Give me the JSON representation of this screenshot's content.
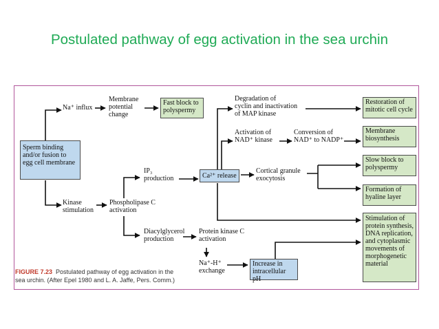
{
  "slide_title": "Postulated pathway of egg activation in the sea urchin",
  "nodes": {
    "sperm": [
      "Sperm binding",
      "and/or fusion to",
      "egg cell membrane"
    ],
    "na_influx": "Na⁺ influx",
    "membrane_potential": [
      "Membrane",
      "potential",
      "change"
    ],
    "fast_block": [
      "Fast block to",
      "polyspermy"
    ],
    "degradation": [
      "Degradation of",
      "cyclin and inactivation",
      "of MAP kinase"
    ],
    "restoration": [
      "Restoration of",
      "mitotic cell cycle"
    ],
    "activation_nad": [
      "Activation of",
      "NAD⁺ kinase"
    ],
    "conversion": [
      "Conversion of",
      "NAD⁺ to NADP⁺"
    ],
    "membrane_bio": [
      "Membrane",
      "biosynthesis"
    ],
    "ip3": [
      "IP₃",
      "production"
    ],
    "ca_release": "Ca²⁺ release",
    "cortical": [
      "Cortical granule",
      "exocytosis"
    ],
    "slow_block": [
      "Slow block to",
      "polyspermy"
    ],
    "hyaline": [
      "Formation of",
      "hyaline layer"
    ],
    "kinase": [
      "Kinase",
      "stimulation"
    ],
    "phospholipase": [
      "Phospholipase C",
      "activation"
    ],
    "diacylglycerol": [
      "Diacylglycerol",
      "production"
    ],
    "pkc": [
      "Protein kinase C",
      "activation"
    ],
    "nah": [
      "Na⁺-H⁺",
      "exchange"
    ],
    "increase_ph": [
      "Increase in",
      "intracellular pH"
    ],
    "stimulation": [
      "Stimulation of",
      "protein synthesis,",
      "DNA replication,",
      "and cytoplasmic",
      "movements of",
      "morphogenetic",
      "material"
    ]
  },
  "caption": {
    "label": "FIGURE 7.23",
    "line1": "Postulated pathway of egg activation in the",
    "line2": "sea urchin. (After Epel 1980 and L. A. Jaffe, Pers. Comm.)"
  },
  "colors": {
    "title": "#1faa55",
    "frame": "#b0559a",
    "blue_box": "#bfd8ee",
    "green_box": "#d5e8c7",
    "fig_label": "#c0392b"
  }
}
